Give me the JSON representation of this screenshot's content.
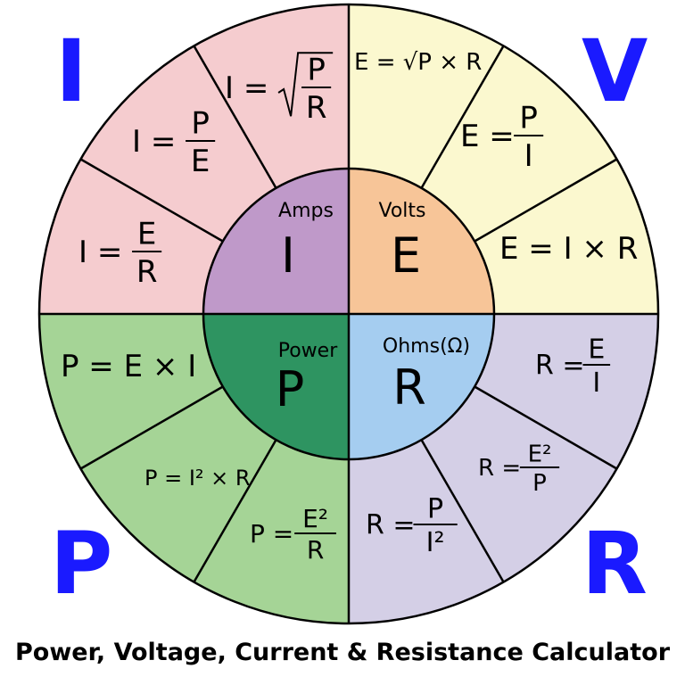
{
  "corners": {
    "top_left": "I",
    "top_right": "V",
    "bottom_left": "P",
    "bottom_right": "R"
  },
  "caption": "Power, Voltage, Current & Resistance Calculator",
  "colors": {
    "current_outer": "#f5cccf",
    "current_inner": "#bf99c9",
    "voltage_outer": "#fbf8cf",
    "voltage_inner": "#f7c598",
    "power_outer": "#a5d496",
    "power_inner": "#2e9461",
    "resistance_outer": "#d4cfe6",
    "resistance_inner": "#a5cdf0",
    "corner_letters": "#1a1aff"
  },
  "quadrants": {
    "current": {
      "unit": "Amps",
      "symbol": "I",
      "formulas": [
        {
          "lhs": "I",
          "num": "E",
          "den": "R"
        },
        {
          "lhs": "I",
          "num": "P",
          "den": "E"
        },
        {
          "lhs": "I",
          "num": "P",
          "den": "R",
          "sqrt": true
        }
      ]
    },
    "voltage": {
      "unit": "Volts",
      "symbol": "E",
      "formulas": [
        {
          "text": "E = √P × R"
        },
        {
          "lhs": "E",
          "num": "P",
          "den": "I"
        },
        {
          "text": "E = I × R"
        }
      ]
    },
    "power": {
      "unit": "Power",
      "symbol": "P",
      "formulas": [
        {
          "text": "P = E × I"
        },
        {
          "text": "P = I² × R"
        },
        {
          "lhs": "P",
          "num": "E²",
          "den": "R"
        }
      ]
    },
    "resistance": {
      "unit": "Ohms(Ω)",
      "symbol": "R",
      "formulas": [
        {
          "lhs": "R",
          "num": "E",
          "den": "I"
        },
        {
          "lhs": "R",
          "num": "E²",
          "den": "P"
        },
        {
          "lhs": "R",
          "num": "P",
          "den": "I²"
        }
      ]
    }
  }
}
